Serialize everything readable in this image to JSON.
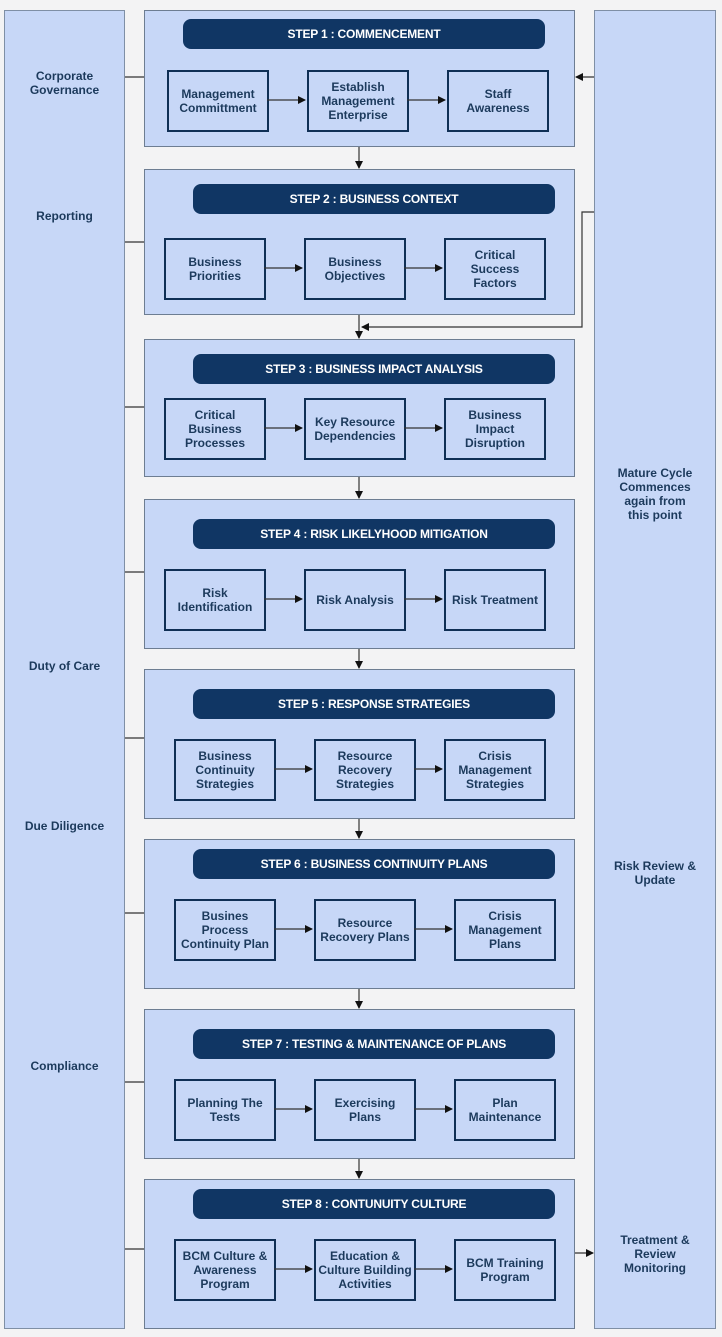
{
  "left_column": {
    "labels": [
      "Corporate\nGovernance",
      "Reporting",
      "Duty of Care",
      "Due Diligence",
      "Compliance"
    ]
  },
  "right_column": {
    "labels": [
      "Mature Cycle\nCommences\nagain from\nthis point",
      "Risk Review &\nUpdate",
      "Treatment &\nReview\nMonitoring"
    ]
  },
  "steps": [
    {
      "title": "STEP 1 : COMMENCEMENT",
      "boxes": [
        "Management\nCommittment",
        "Establish\nManagement\nEnterprise",
        "Staff\nAwareness"
      ]
    },
    {
      "title": "STEP 2 : BUSINESS CONTEXT",
      "boxes": [
        "Business\nPriorities",
        "Business\nObjectives",
        "Critical\nSuccess\nFactors"
      ]
    },
    {
      "title": "STEP 3 : BUSINESS IMPACT ANALYSIS",
      "boxes": [
        "Critical\nBusiness\nProcesses",
        "Key Resource\nDependencies",
        "Business\nImpact\nDisruption"
      ]
    },
    {
      "title": "STEP 4 : RISK LIKELYHOOD MITIGATION",
      "boxes": [
        "Risk\nIdentification",
        "Risk Analysis",
        "Risk Treatment"
      ]
    },
    {
      "title": "STEP 5 : RESPONSE STRATEGIES",
      "boxes": [
        "Business\nContinuity\nStrategies",
        "Resource\nRecovery\nStrategies",
        "Crisis\nManagement\nStrategies"
      ]
    },
    {
      "title": "STEP 6 : BUSINESS CONTINUITY PLANS",
      "boxes": [
        "Busines\nProcess\nContinuity Plan",
        "Resource\nRecovery Plans",
        "Crisis\nManagement\nPlans"
      ]
    },
    {
      "title": "STEP 7 : TESTING & MAINTENANCE OF PLANS",
      "boxes": [
        "Planning The\nTests",
        "Exercising\nPlans",
        "Plan\nMaintenance"
      ]
    },
    {
      "title": "STEP 8 : CONTUNUITY CULTURE",
      "boxes": [
        "BCM Culture &\nAwareness\nProgram",
        "Education &\nCulture Building\nActivities",
        "BCM Training\nProgram"
      ]
    }
  ],
  "colors": {
    "panel": "#c7d7f7",
    "title_bar": "#103664",
    "text": "#1c3a5c",
    "border": "#0f2f55"
  }
}
